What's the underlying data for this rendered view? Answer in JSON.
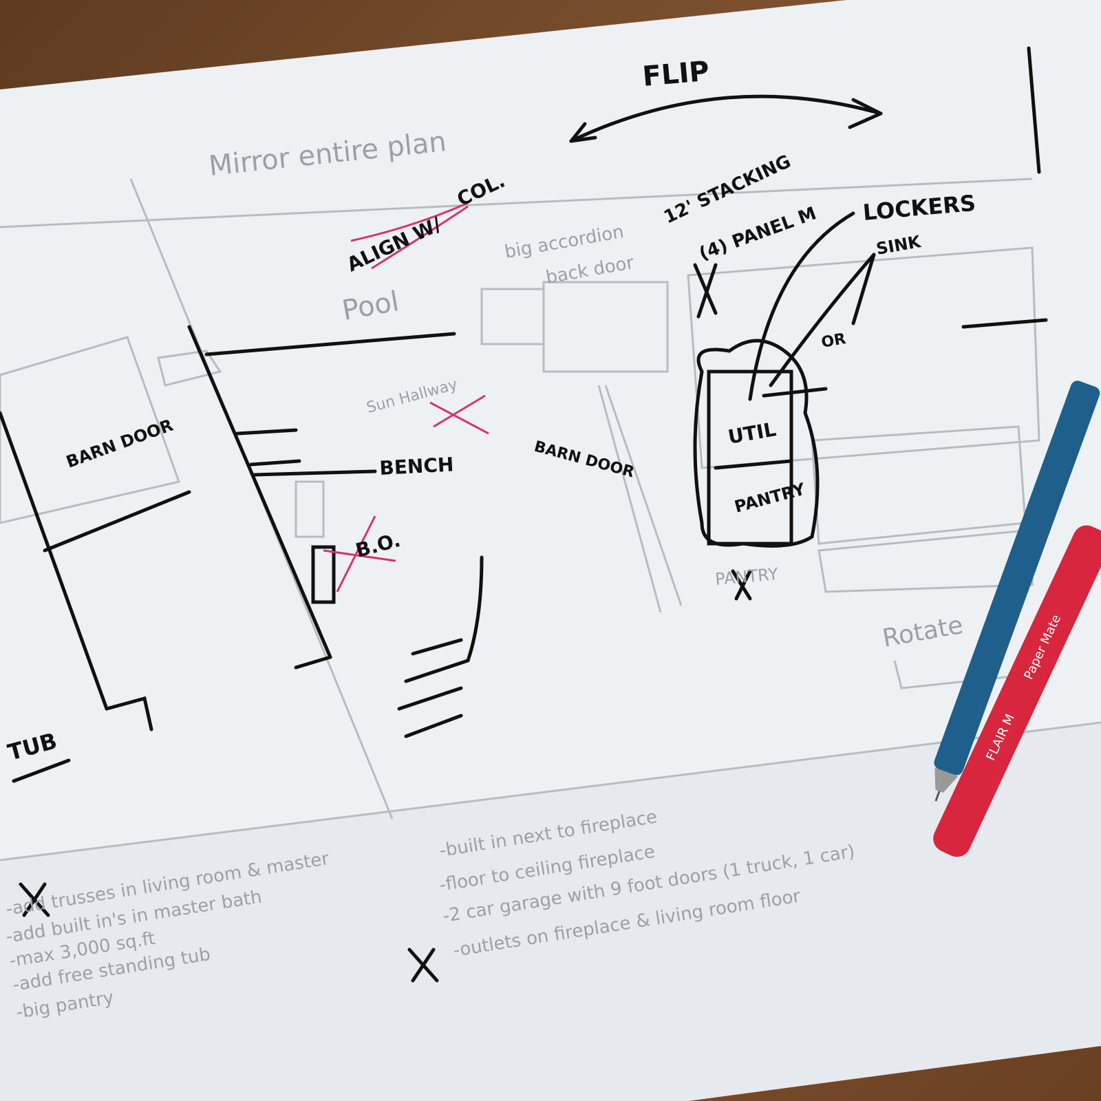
{
  "colors": {
    "paper": "#eef1f3",
    "wood": "#7a4a2a",
    "ink": "#111111",
    "pencil": "#9aa0a6",
    "highlight": "#d6336c",
    "pen_blue": "#1f5f8b",
    "pen_red": "#d7263d"
  },
  "sketch": {
    "flip": "FLIP",
    "mirror": "Mirror entire plan",
    "align": "ALIGN W/",
    "col": "COL.",
    "pool": "Pool",
    "accordion": "big accordion",
    "back_door": "back door",
    "stacking": "12' STACKING",
    "panel": "(4) PANEL M",
    "lockers": "LOCKERS",
    "sink": "SINK",
    "or": "OR",
    "sun_hallway": "Sun Hallway",
    "barn_door_left": "BARN DOOR",
    "barn_door_mid": "BARN DOOR",
    "bench": "BENCH",
    "util": "UTIL",
    "pantry": "PANTRY",
    "pantry_pencil": "PANTRY",
    "bo": "B.O.",
    "tub": "TUB",
    "rotate": "Rotate"
  },
  "notes": {
    "left": [
      "-add trusses in living room & master",
      "-add built in's in master bath",
      "-max 3,000 sq.ft",
      "-add free standing tub",
      "-big pantry"
    ],
    "right": [
      "-built in next to fireplace",
      "-floor to ceiling fireplace",
      "-2 car garage with 9 foot doors (1 truck, 1 car)",
      "-outlets on fireplace & living room floor"
    ]
  },
  "pen": {
    "brand": "Paper Mate",
    "model": "FLAIR M"
  }
}
